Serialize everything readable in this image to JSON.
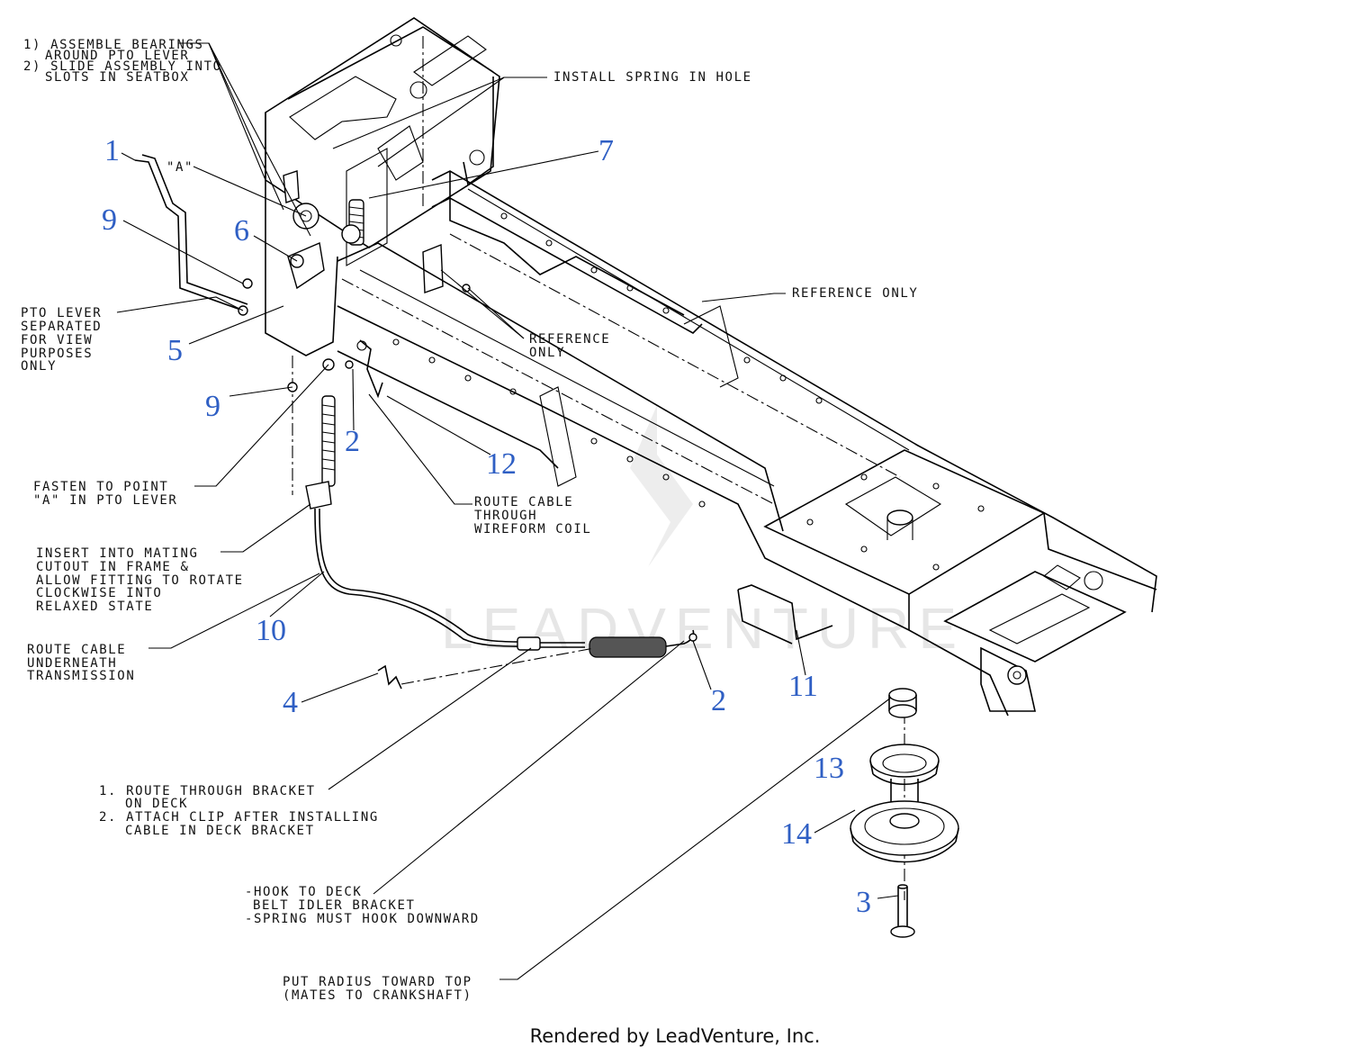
{
  "notes": {
    "assemble_1": "1) ASSEMBLE BEARINGS",
    "assemble_2": "AROUND PTO LEVER",
    "assemble_3": "2) SLIDE ASSEMBLY INTO",
    "assemble_4": "SLOTS IN SEATBOX",
    "install_spring": "INSTALL SPRING IN HOLE",
    "point_a": "\"A\"",
    "reference_only_1": "REFERENCE ONLY",
    "reference_only_2a": "REFERENCE",
    "reference_only_2b": "ONLY",
    "pto_1": "PTO LEVER",
    "pto_2": "SEPARATED",
    "pto_3": "FOR VIEW",
    "pto_4": "PURPOSES",
    "pto_5": "ONLY",
    "fasten_1": "FASTEN TO POINT",
    "fasten_2": "\"A\" IN PTO LEVER",
    "route_wire_1": "ROUTE CABLE",
    "route_wire_2": "THROUGH",
    "route_wire_3": "WIREFORM COIL",
    "insert_1": "INSERT INTO MATING",
    "insert_2": "CUTOUT IN FRAME &",
    "insert_3": "ALLOW FITTING TO ROTATE",
    "insert_4": "CLOCKWISE INTO",
    "insert_5": "RELAXED STATE",
    "route_trans_1": "ROUTE CABLE",
    "route_trans_2": "UNDERNEATH",
    "route_trans_3": "TRANSMISSION",
    "bracket_1": "1. ROUTE THROUGH BRACKET",
    "bracket_2": "ON DECK",
    "bracket_3": "2. ATTACH CLIP AFTER INSTALLING",
    "bracket_4": "CABLE IN DECK BRACKET",
    "hook_1": "-HOOK TO DECK",
    "hook_2": "BELT IDLER BRACKET",
    "hook_3": "-SPRING MUST HOOK DOWNWARD",
    "radius_1": "PUT RADIUS TOWARD TOP",
    "radius_2": "(MATES TO CRANKSHAFT)"
  },
  "callouts": {
    "c1": "1",
    "c2a": "2",
    "c2b": "2",
    "c3": "3",
    "c4": "4",
    "c5": "5",
    "c6": "6",
    "c7": "7",
    "c9a": "9",
    "c9b": "9",
    "c10": "10",
    "c11": "11",
    "c12": "12",
    "c13": "13",
    "c14": "14"
  },
  "watermark": "LEADVENTURE",
  "footer": "Rendered by LeadVenture, Inc.",
  "colors": {
    "callout": "#2f5fc4",
    "line": "#000000",
    "watermark": "#e6e6e6"
  }
}
